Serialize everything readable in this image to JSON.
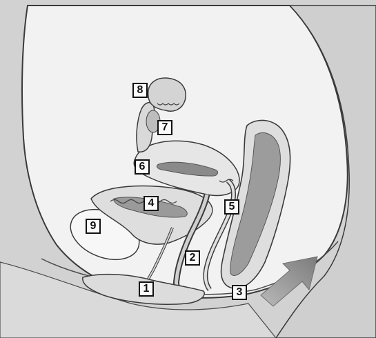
{
  "diagram": {
    "labels": [
      {
        "id": "label-1",
        "text": "1"
      },
      {
        "id": "label-2",
        "text": "2"
      },
      {
        "id": "label-3",
        "text": "3"
      },
      {
        "id": "label-4",
        "text": "4"
      },
      {
        "id": "label-5",
        "text": "5"
      },
      {
        "id": "label-6",
        "text": "6"
      },
      {
        "id": "label-7",
        "text": "7"
      },
      {
        "id": "label-8",
        "text": "8"
      },
      {
        "id": "label-9",
        "text": "9"
      }
    ],
    "colors": {
      "skin_background": "#d4d4d4",
      "body_fill": "#f1f1f1",
      "organ_fill": "#dcdcdc",
      "dark_tissue": "#8e8e8e",
      "outline": "#3a3a3a",
      "arrow": "#8f8f8f"
    }
  }
}
